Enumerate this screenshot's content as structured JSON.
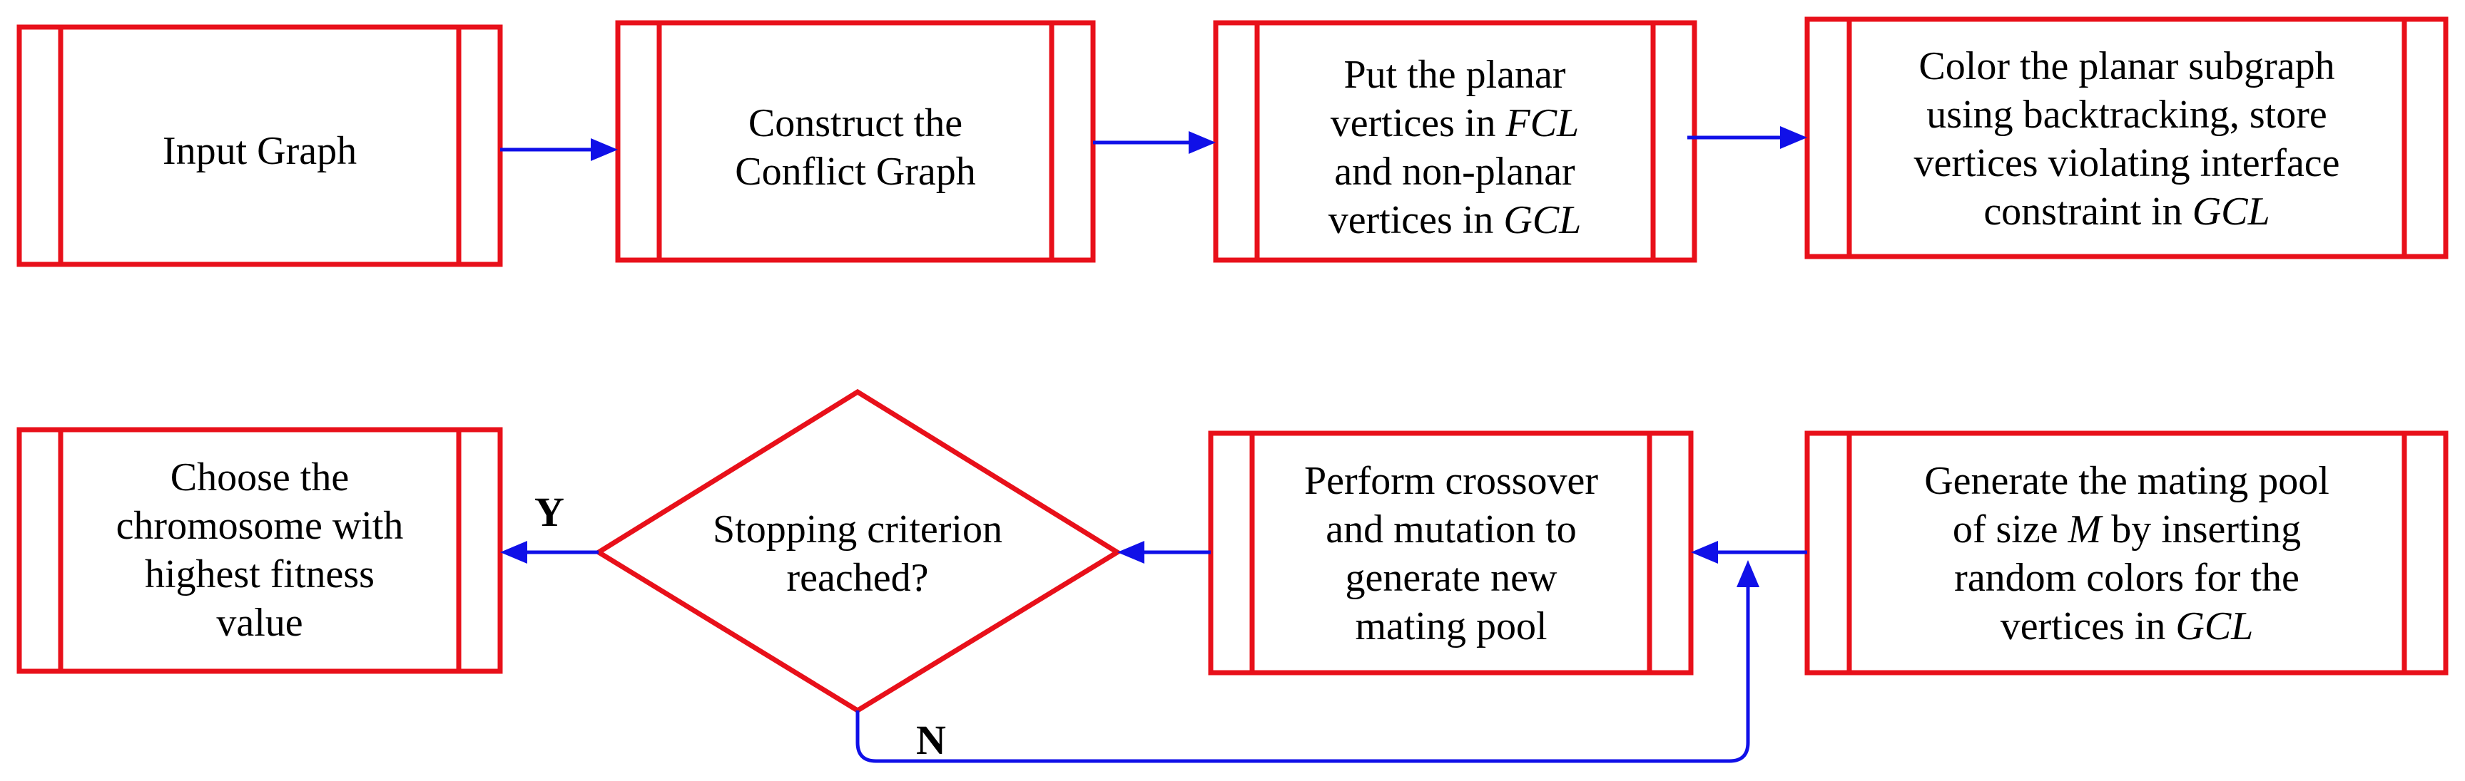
{
  "colors": {
    "box_stroke": "#e8101a",
    "arrow": "#1010e8",
    "text": "#000000",
    "background": "#ffffff"
  },
  "nodes": {
    "input": {
      "lines": [
        [
          {
            "t": "Input Graph"
          }
        ]
      ]
    },
    "construct": {
      "lines": [
        [
          {
            "t": "Construct the"
          }
        ],
        [
          {
            "t": "Conflict Graph"
          }
        ]
      ]
    },
    "put": {
      "lines": [
        [
          {
            "t": "Put the planar"
          }
        ],
        [
          {
            "t": "vertices in "
          },
          {
            "t": "FCL",
            "i": true
          }
        ],
        [
          {
            "t": "and non-planar"
          }
        ],
        [
          {
            "t": "vertices in "
          },
          {
            "t": "GCL",
            "i": true
          }
        ]
      ]
    },
    "color": {
      "lines": [
        [
          {
            "t": "Color the planar subgraph"
          }
        ],
        [
          {
            "t": "using backtracking, store"
          }
        ],
        [
          {
            "t": "vertices violating interface"
          }
        ],
        [
          {
            "t": "constraint in "
          },
          {
            "t": "GCL",
            "i": true
          }
        ]
      ]
    },
    "generate": {
      "lines": [
        [
          {
            "t": "Generate the mating pool"
          }
        ],
        [
          {
            "t": "of size "
          },
          {
            "t": "M",
            "i": true
          },
          {
            "t": " by inserting"
          }
        ],
        [
          {
            "t": "random colors for the"
          }
        ],
        [
          {
            "t": "vertices in "
          },
          {
            "t": "GCL",
            "i": true
          }
        ]
      ]
    },
    "crossover": {
      "lines": [
        [
          {
            "t": "Perform crossover"
          }
        ],
        [
          {
            "t": "and mutation to"
          }
        ],
        [
          {
            "t": "generate new"
          }
        ],
        [
          {
            "t": "mating pool"
          }
        ]
      ]
    },
    "stopping": {
      "lines": [
        [
          {
            "t": "Stopping criterion"
          }
        ],
        [
          {
            "t": "reached?"
          }
        ]
      ]
    },
    "choose": {
      "lines": [
        [
          {
            "t": "Choose the"
          }
        ],
        [
          {
            "t": "chromosome with"
          }
        ],
        [
          {
            "t": "highest fitness"
          }
        ],
        [
          {
            "t": "value"
          }
        ]
      ]
    }
  },
  "edges": {
    "yes_label": "Y",
    "no_label": "N"
  }
}
